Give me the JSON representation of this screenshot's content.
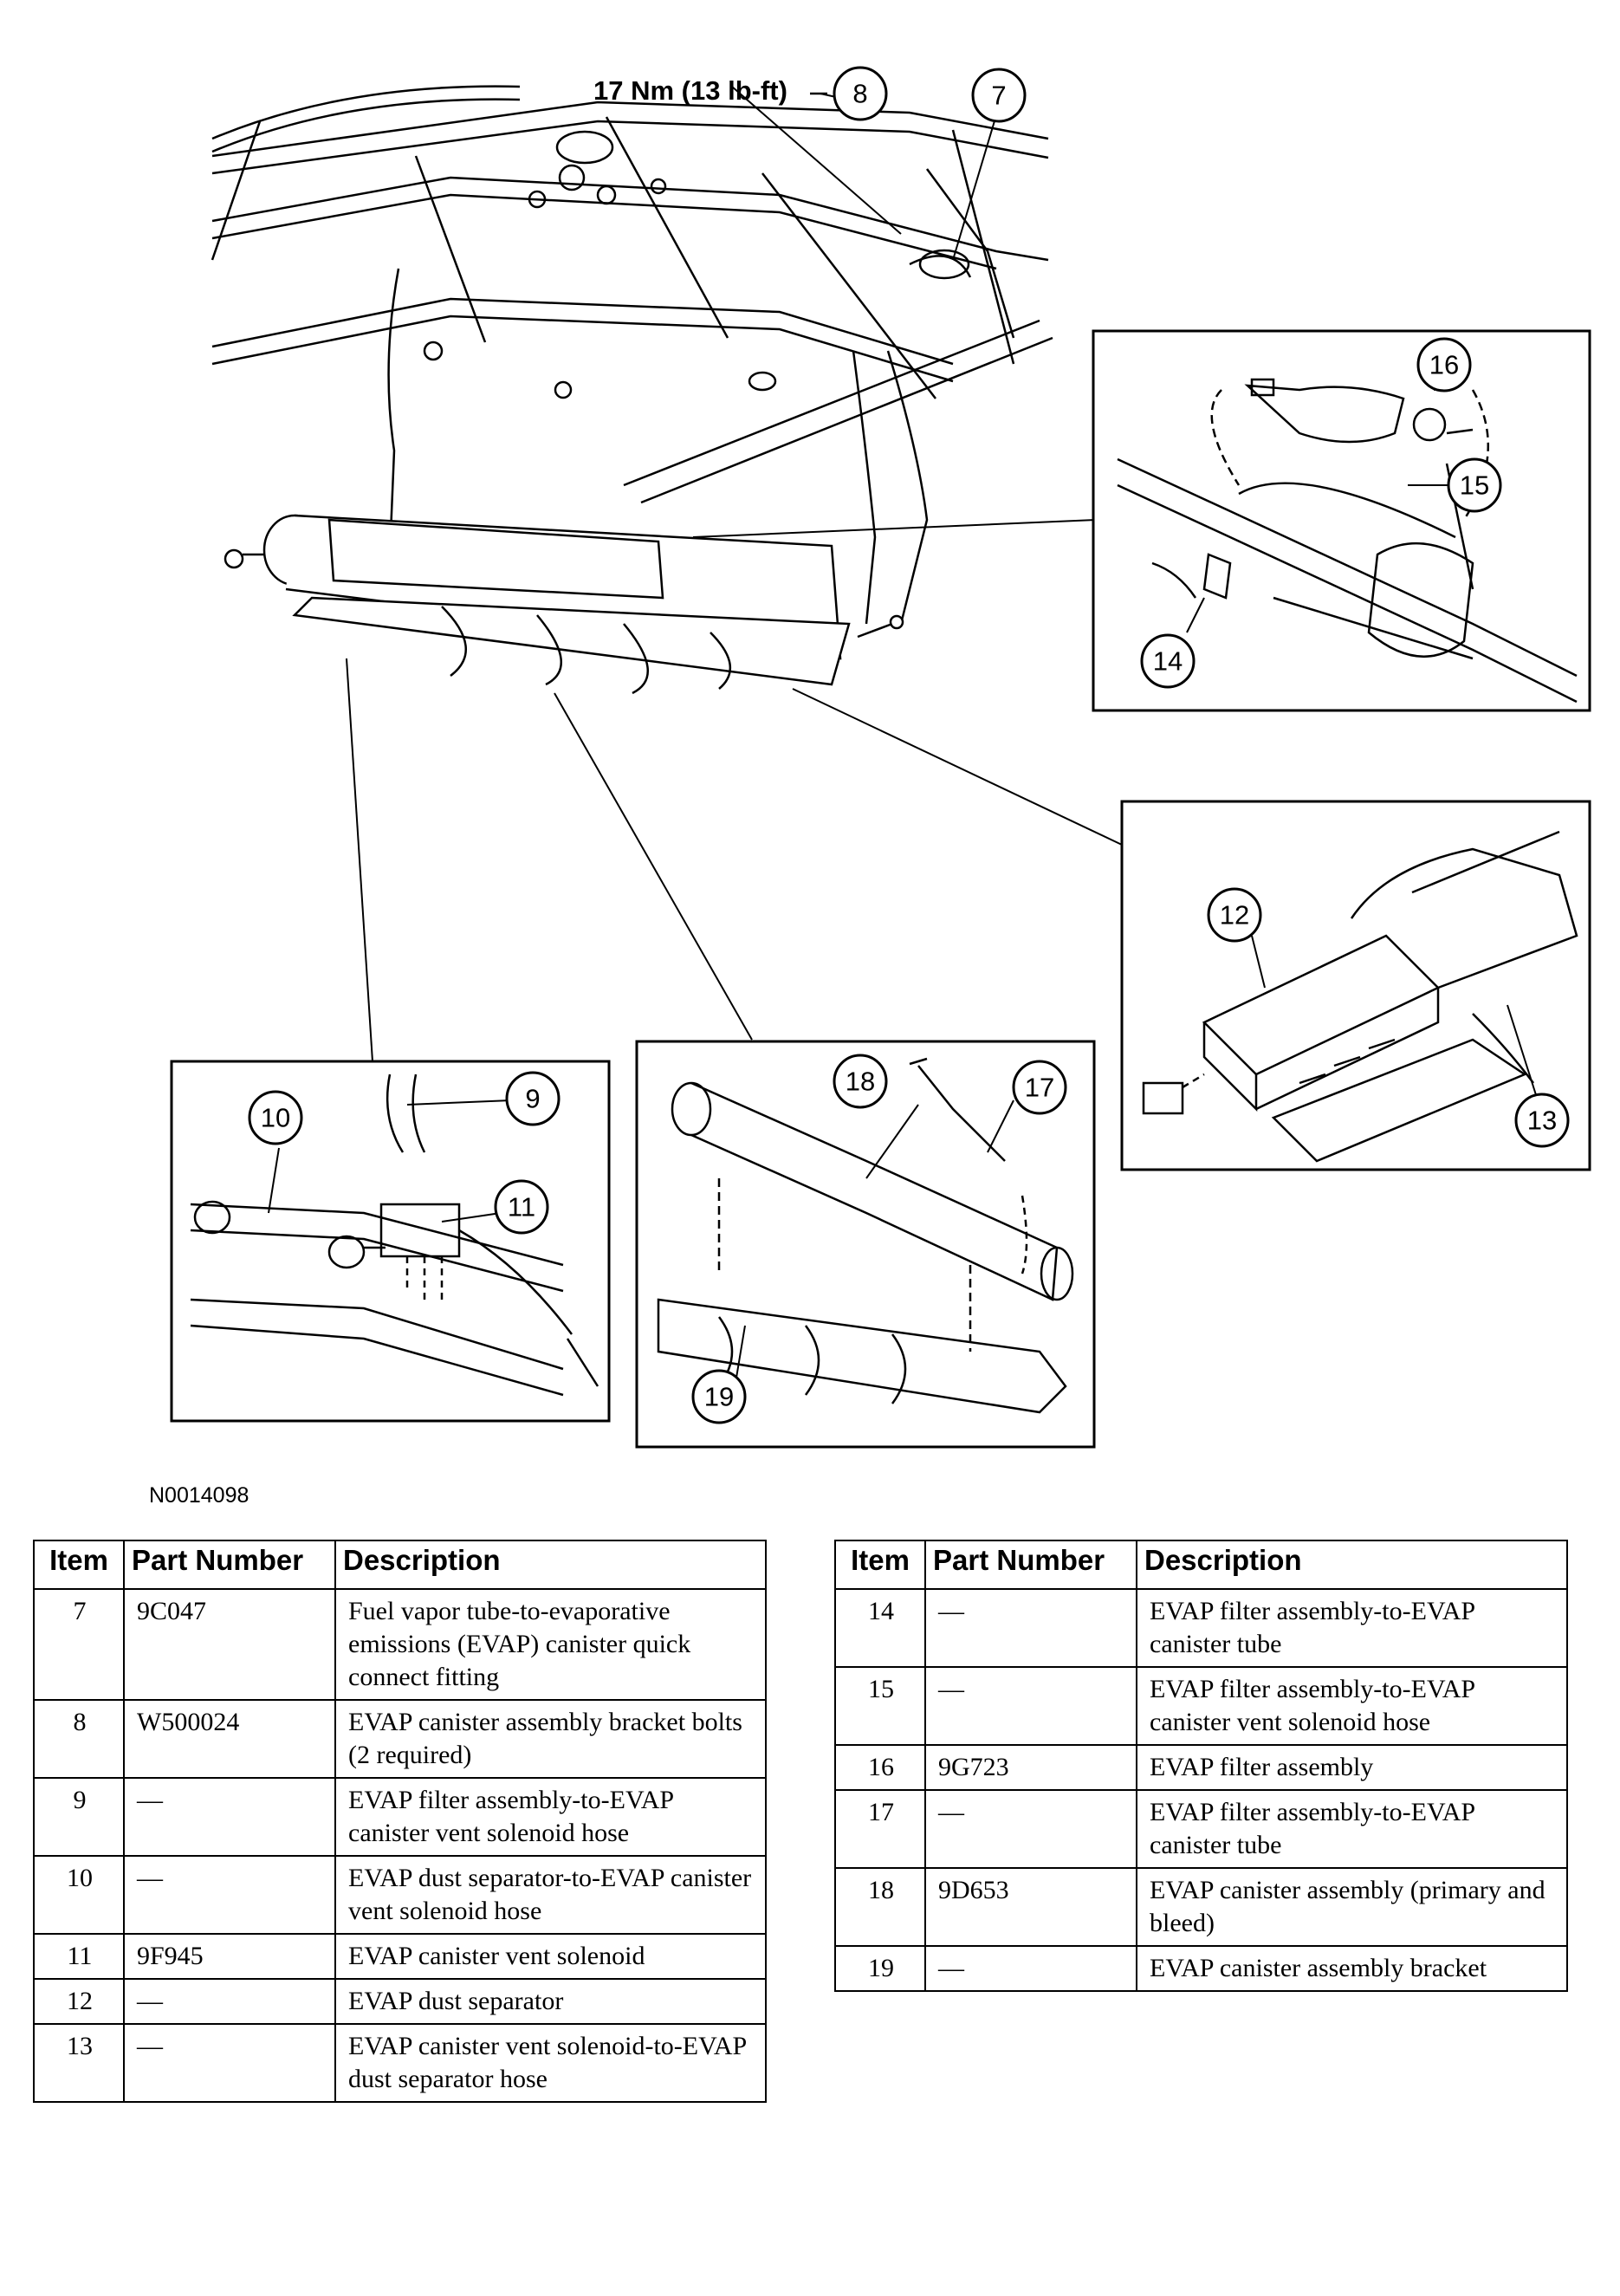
{
  "figure": {
    "id": "N0014098",
    "torque_spec": "17 Nm (13 lb-ft)",
    "callouts": [
      "7",
      "8",
      "9",
      "10",
      "11",
      "12",
      "13",
      "14",
      "15",
      "16",
      "17",
      "18",
      "19"
    ]
  },
  "table_headers": {
    "item": "Item",
    "part_number": "Part Number",
    "description": "Description"
  },
  "left_table": [
    {
      "item": "7",
      "part_number": "9C047",
      "description": "Fuel vapor tube-to-evaporative emissions (EVAP) canister quick connect fitting"
    },
    {
      "item": "8",
      "part_number": "W500024",
      "description": "EVAP canister assembly bracket bolts (2 required)"
    },
    {
      "item": "9",
      "part_number": "—",
      "description": "EVAP filter assembly-to-EVAP canister vent solenoid hose"
    },
    {
      "item": "10",
      "part_number": "—",
      "description": "EVAP dust separator-to-EVAP canister vent solenoid hose"
    },
    {
      "item": "11",
      "part_number": "9F945",
      "description": "EVAP canister vent solenoid"
    },
    {
      "item": "12",
      "part_number": "—",
      "description": "EVAP dust separator"
    },
    {
      "item": "13",
      "part_number": "—",
      "description": "EVAP canister vent solenoid-to-EVAP dust separator hose"
    }
  ],
  "right_table": [
    {
      "item": "14",
      "part_number": "—",
      "description": "EVAP filter assembly-to-EVAP canister tube"
    },
    {
      "item": "15",
      "part_number": "—",
      "description": "EVAP filter assembly-to-EVAP canister vent solenoid hose"
    },
    {
      "item": "16",
      "part_number": "9G723",
      "description": "EVAP filter assembly"
    },
    {
      "item": "17",
      "part_number": "—",
      "description": "EVAP filter assembly-to-EVAP canister tube"
    },
    {
      "item": "18",
      "part_number": "9D653",
      "description": "EVAP canister assembly (primary and bleed)"
    },
    {
      "item": "19",
      "part_number": "—",
      "description": "EVAP canister assembly bracket"
    }
  ]
}
